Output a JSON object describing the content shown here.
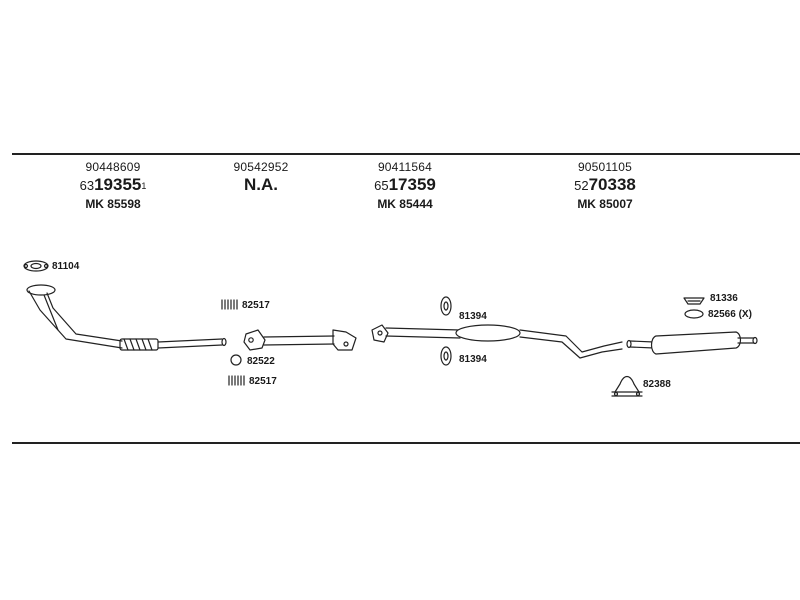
{
  "groups": [
    {
      "oem": "90448609",
      "part_prefix": "63",
      "part_main": "19355",
      "part_sup": "1",
      "mk": "MK 85598"
    },
    {
      "oem": "90542952",
      "part_prefix": "",
      "part_main": "N.A.",
      "part_sup": "",
      "mk": ""
    },
    {
      "oem": "90411564",
      "part_prefix": "65",
      "part_main": "17359",
      "part_sup": "",
      "mk": "MK 85444"
    },
    {
      "oem": "90501105",
      "part_prefix": "52",
      "part_main": "70338",
      "part_sup": "",
      "mk": "MK 85007"
    }
  ],
  "labels": {
    "gasket_front": "81104",
    "spring_top": "82517",
    "ring_mid": "82522",
    "spring_bottom": "82517",
    "rubber_top": "81394",
    "rubber_bottom": "81394",
    "hanger_rear": "81336",
    "ring_rear": "82566 (X)",
    "clamp_rear": "82388"
  }
}
